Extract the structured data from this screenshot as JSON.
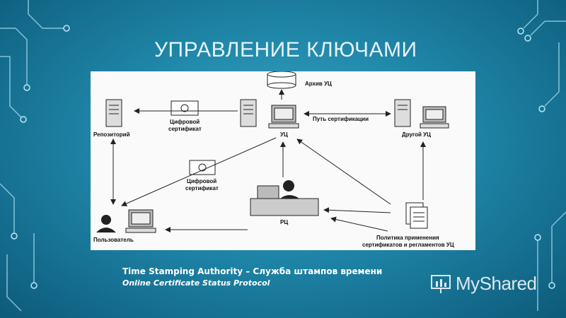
{
  "slide": {
    "title": "УПРАВЛЕНИЕ КЛЮЧАМИ",
    "note_line1": "Time Stamping Authority – Служба штампов времени",
    "note_line2": "Online Certificate Status Protocol"
  },
  "diagram": {
    "nodes": {
      "archive": "Архив УЦ",
      "ca": "УЦ",
      "other_ca": "Другой УЦ",
      "repository": "Репозиторий",
      "ra": "РЦ",
      "user": "Пользователь",
      "policy_line1": "Политика применения",
      "policy_line2": "сертификатов и регламентов УЦ"
    },
    "labels": {
      "cert1_line1": "Цифровой",
      "cert1_line2": "сертификат",
      "cert2_line1": "Цифровой",
      "cert2_line2": "сертификат",
      "cert_path": "Путь сертификации"
    }
  },
  "brand": {
    "name": "MyShared",
    "icon": "presentation-chart-icon"
  },
  "colors": {
    "background": "#1f86a8",
    "panel": "#fafafa"
  }
}
